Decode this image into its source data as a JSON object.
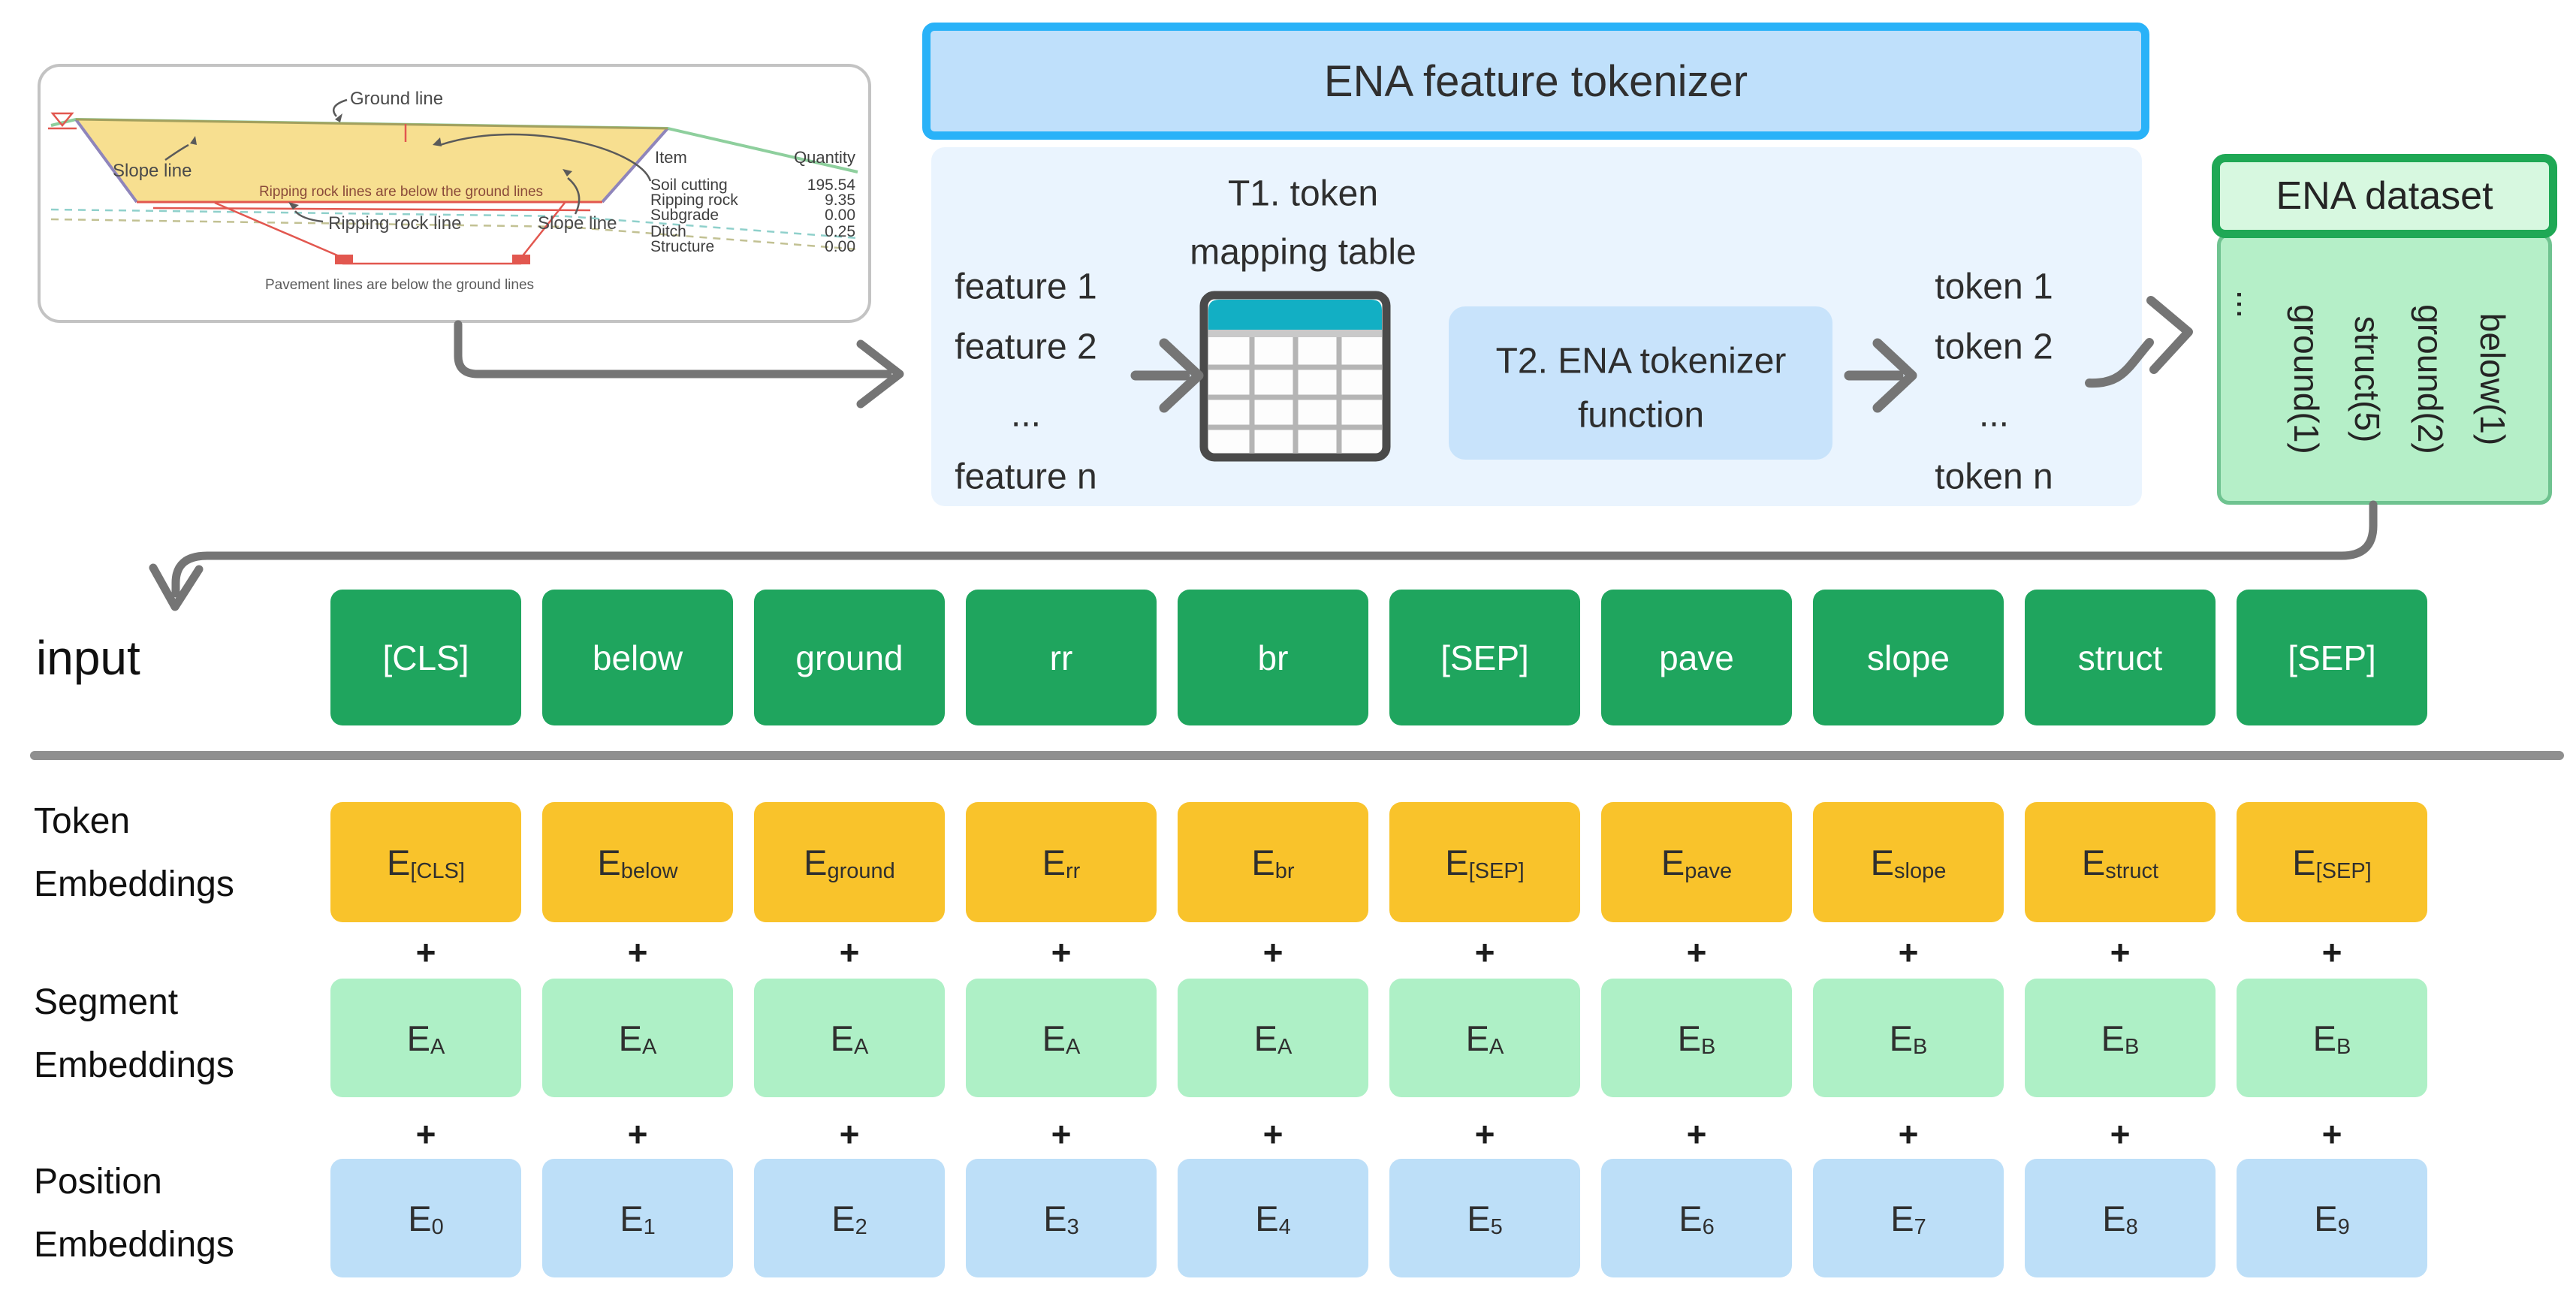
{
  "card": {
    "labels": {
      "ground_line": "Ground line",
      "slope_line_left": "Slope line",
      "slope_line_right": "Slope line",
      "ripping_rock_line": "Ripping rock line",
      "ripping_note": "Ripping rock lines are below the ground lines",
      "pavement_note": "Pavement lines are below the ground lines"
    },
    "table": {
      "headers": [
        "Item",
        "Quantity"
      ],
      "rows": [
        {
          "item": "Soil cutting",
          "qty": "195.54"
        },
        {
          "item": "Ripping rock",
          "qty": "9.35"
        },
        {
          "item": "Subgrade",
          "qty": "0.00"
        },
        {
          "item": "Ditch",
          "qty": "0.25"
        },
        {
          "item": "Structure",
          "qty": "0.00"
        }
      ]
    }
  },
  "tokenizer": {
    "title": "ENA feature tokenizer",
    "features": [
      "feature 1",
      "feature 2",
      "...",
      "feature n"
    ],
    "t1_label_line1": "T1. token",
    "t1_label_line2": "mapping table",
    "t2_label_line1": "T2. ENA tokenizer",
    "t2_label_line2": "function",
    "tokens": [
      "token 1",
      "token 2",
      "...",
      "token n"
    ]
  },
  "dataset": {
    "title": "ENA dataset",
    "entries": [
      "...",
      "ground(1)",
      "struct(5)",
      "ground(2)",
      "below(1)"
    ]
  },
  "input_row": {
    "label": "input",
    "tokens": [
      "[CLS]",
      "below",
      "ground",
      "rr",
      "br",
      "[SEP]",
      "pave",
      "slope",
      "struct",
      "[SEP]"
    ]
  },
  "embeddings": {
    "prefix": "E",
    "plus": "+",
    "rows": [
      {
        "label": "Token\nEmbeddings",
        "subs": [
          "[CLS]",
          "below",
          "ground",
          "rr",
          "br",
          "[SEP]",
          "pave",
          "slope",
          "struct",
          "[SEP]"
        ]
      },
      {
        "label": "Segment\nEmbeddings",
        "subs": [
          "A",
          "A",
          "A",
          "A",
          "A",
          "A",
          "B",
          "B",
          "B",
          "B"
        ]
      },
      {
        "label": "Position\nEmbeddings",
        "subs": [
          "0",
          "1",
          "2",
          "3",
          "4",
          "5",
          "6",
          "7",
          "8",
          "9"
        ]
      }
    ]
  },
  "colors": {
    "input_token_green": "#1fa55e",
    "token_embedding_amber": "#f9c32b",
    "segment_embedding_mint": "#aef0c6",
    "position_embedding_blue": "#bddff8",
    "tokenizer_border_blue": "#29b2f8",
    "tokenizer_header_fill": "#bfe0fb",
    "tokenizer_body_fill": "#eaf4fe",
    "t2_box_fill": "#c8e3fb",
    "dataset_border_green": "#1fa855",
    "dataset_header_fill": "#d7f8e0",
    "dataset_body_fill": "#b5efc8",
    "arrow_gray": "#757575",
    "table_icon_teal": "#12afc4",
    "soil_yellow": "#f7df90",
    "drawing_red": "#e2574f",
    "ground_green": "#8ecf9d",
    "slope_purple": "#8f85bb"
  }
}
